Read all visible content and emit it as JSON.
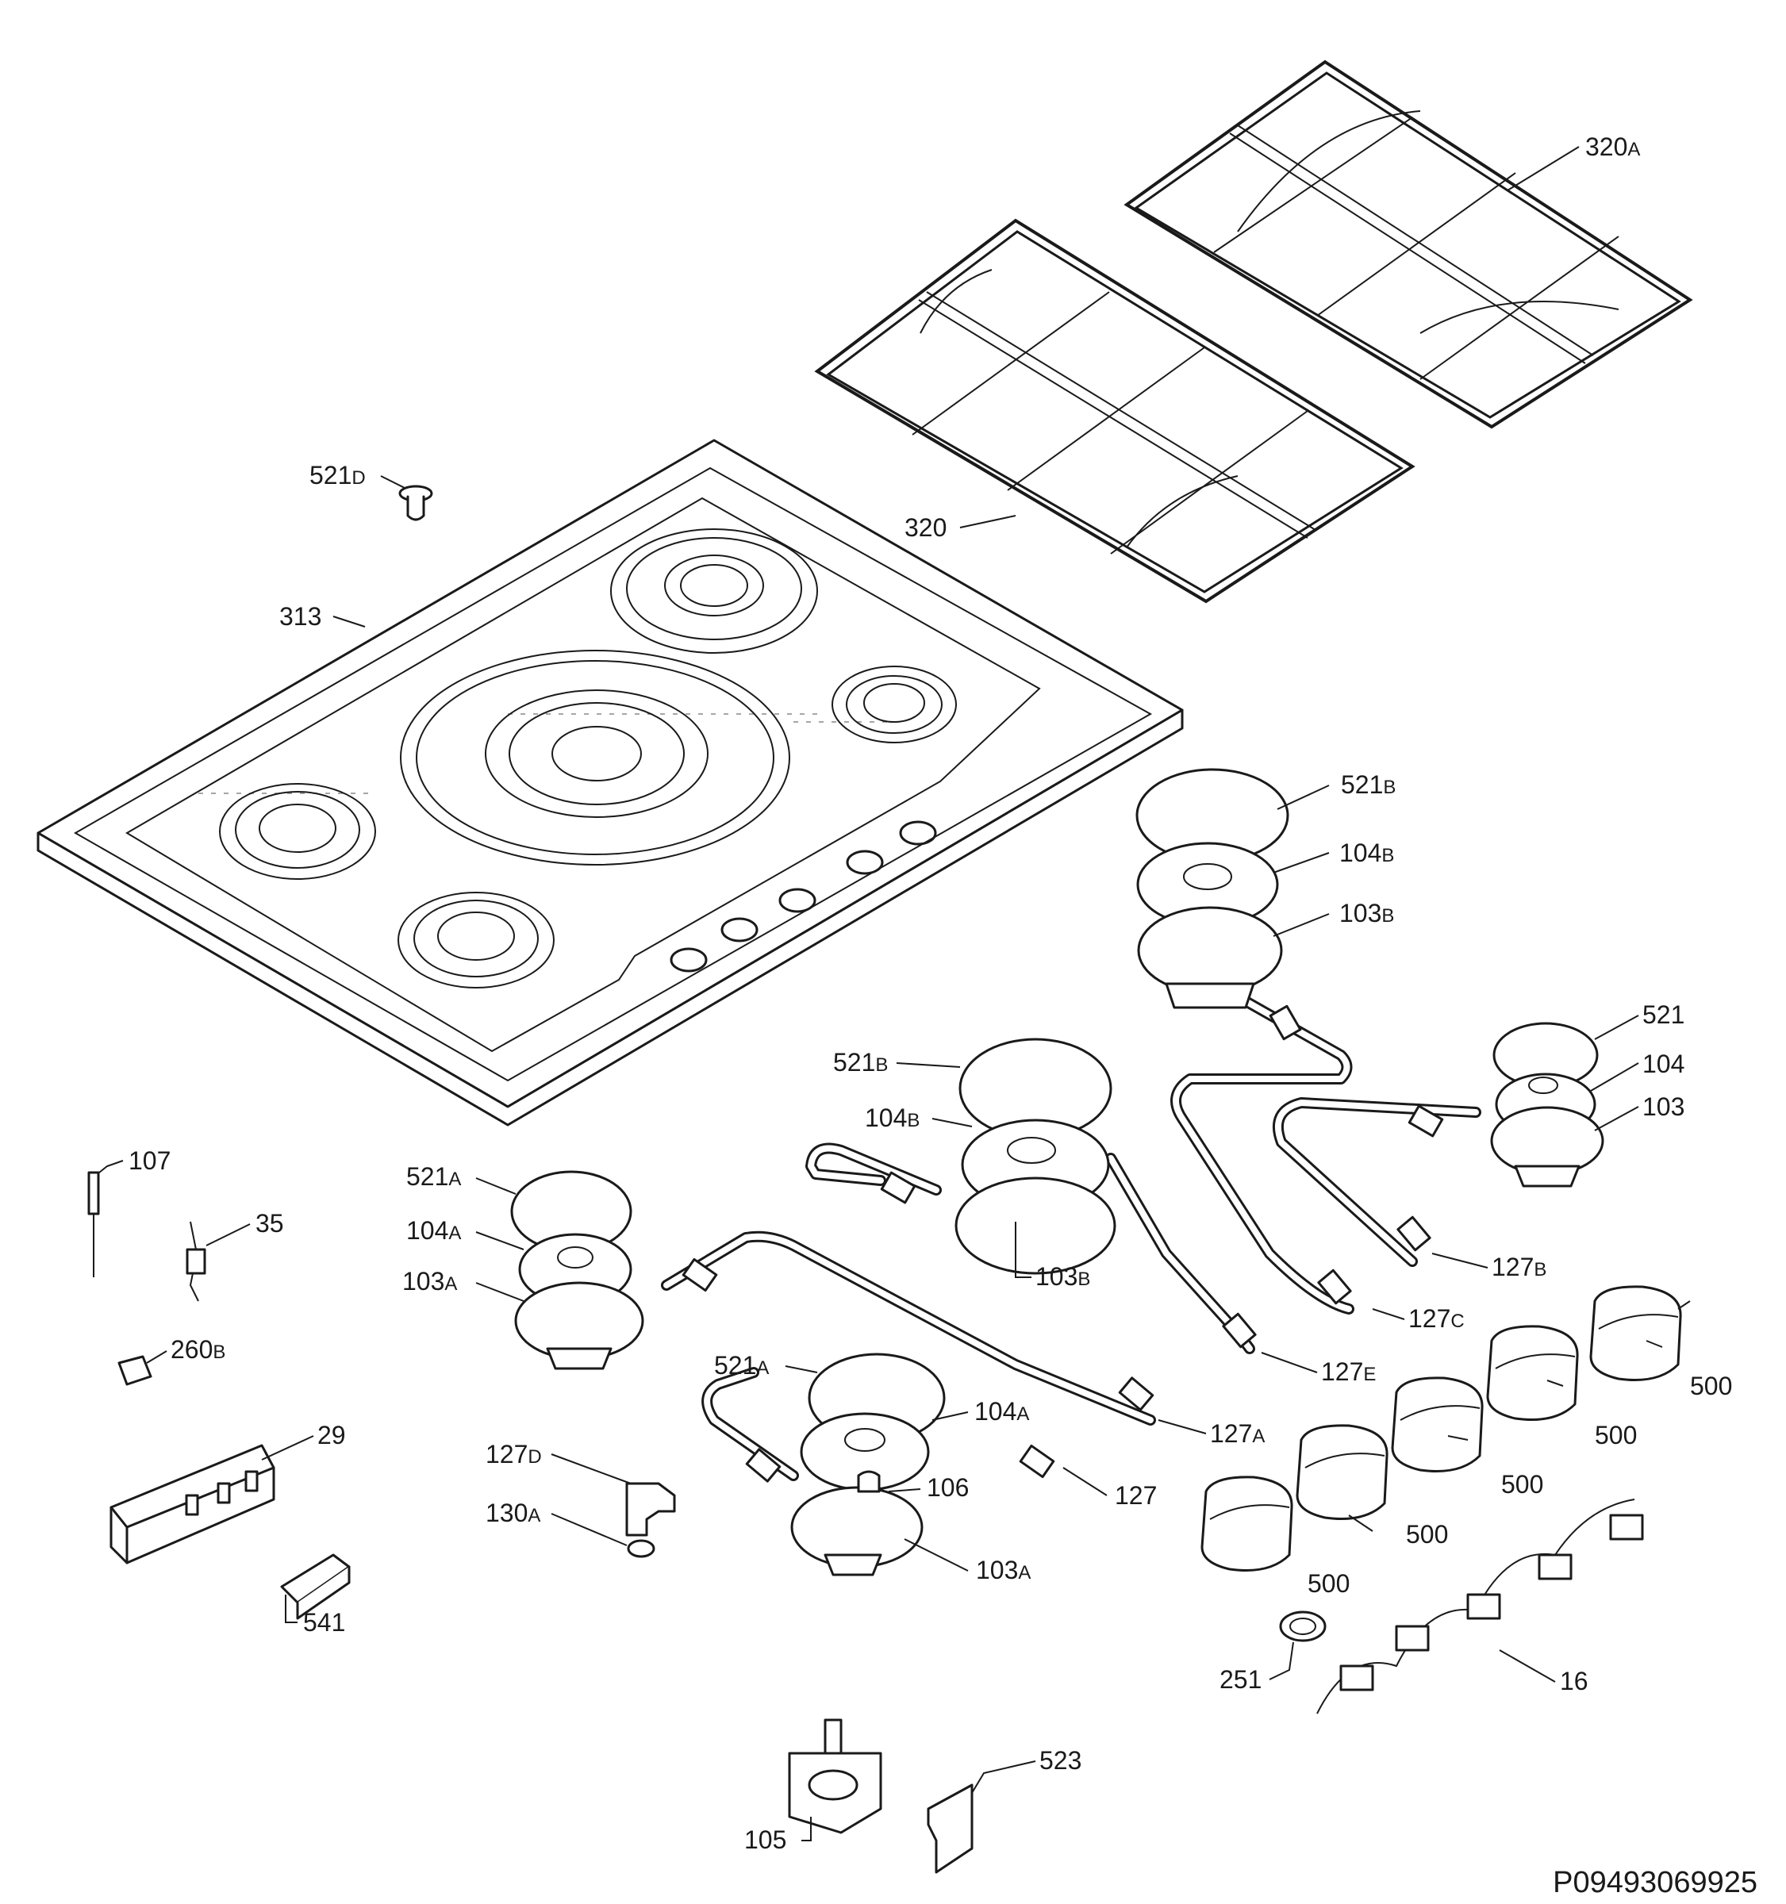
{
  "document_code": "P09493069925",
  "labels": [
    {
      "id": "320A",
      "num": "320",
      "suf": "A"
    },
    {
      "id": "320",
      "num": "320",
      "suf": ""
    },
    {
      "id": "521D",
      "num": "521",
      "suf": "D"
    },
    {
      "id": "313",
      "num": "313",
      "suf": ""
    },
    {
      "id": "521B-r",
      "num": "521",
      "suf": "B"
    },
    {
      "id": "104B-r",
      "num": "104",
      "suf": "B"
    },
    {
      "id": "103B-r",
      "num": "103",
      "suf": "B"
    },
    {
      "id": "521",
      "num": "521",
      "suf": ""
    },
    {
      "id": "104",
      "num": "104",
      "suf": ""
    },
    {
      "id": "103",
      "num": "103",
      "suf": ""
    },
    {
      "id": "521B-c",
      "num": "521",
      "suf": "B"
    },
    {
      "id": "104B-c",
      "num": "104",
      "suf": "B"
    },
    {
      "id": "103B-c",
      "num": "103",
      "suf": "B"
    },
    {
      "id": "107",
      "num": "107",
      "suf": ""
    },
    {
      "id": "521A-l",
      "num": "521",
      "suf": "A"
    },
    {
      "id": "35",
      "num": "35",
      "suf": ""
    },
    {
      "id": "104A-l",
      "num": "104",
      "suf": "A"
    },
    {
      "id": "103A-l",
      "num": "103",
      "suf": "A"
    },
    {
      "id": "127B",
      "num": "127",
      "suf": "B"
    },
    {
      "id": "127C",
      "num": "127",
      "suf": "C"
    },
    {
      "id": "127E",
      "num": "127",
      "suf": "E"
    },
    {
      "id": "260B",
      "num": "260",
      "suf": "B"
    },
    {
      "id": "521A-c",
      "num": "521",
      "suf": "A"
    },
    {
      "id": "104A-c",
      "num": "104",
      "suf": "A"
    },
    {
      "id": "127A",
      "num": "127",
      "suf": "A"
    },
    {
      "id": "29",
      "num": "29",
      "suf": ""
    },
    {
      "id": "127D",
      "num": "127",
      "suf": "D"
    },
    {
      "id": "106",
      "num": "106",
      "suf": ""
    },
    {
      "id": "127",
      "num": "127",
      "suf": ""
    },
    {
      "id": "130A",
      "num": "130",
      "suf": "A"
    },
    {
      "id": "103A-c",
      "num": "103",
      "suf": "A"
    },
    {
      "id": "500-1",
      "num": "500",
      "suf": ""
    },
    {
      "id": "500-2",
      "num": "500",
      "suf": ""
    },
    {
      "id": "500-3",
      "num": "500",
      "suf": ""
    },
    {
      "id": "500-4",
      "num": "500",
      "suf": ""
    },
    {
      "id": "500-5",
      "num": "500",
      "suf": ""
    },
    {
      "id": "541",
      "num": "541",
      "suf": ""
    },
    {
      "id": "251",
      "num": "251",
      "suf": ""
    },
    {
      "id": "16",
      "num": "16",
      "suf": ""
    },
    {
      "id": "523",
      "num": "523",
      "suf": ""
    },
    {
      "id": "105",
      "num": "105",
      "suf": ""
    }
  ]
}
